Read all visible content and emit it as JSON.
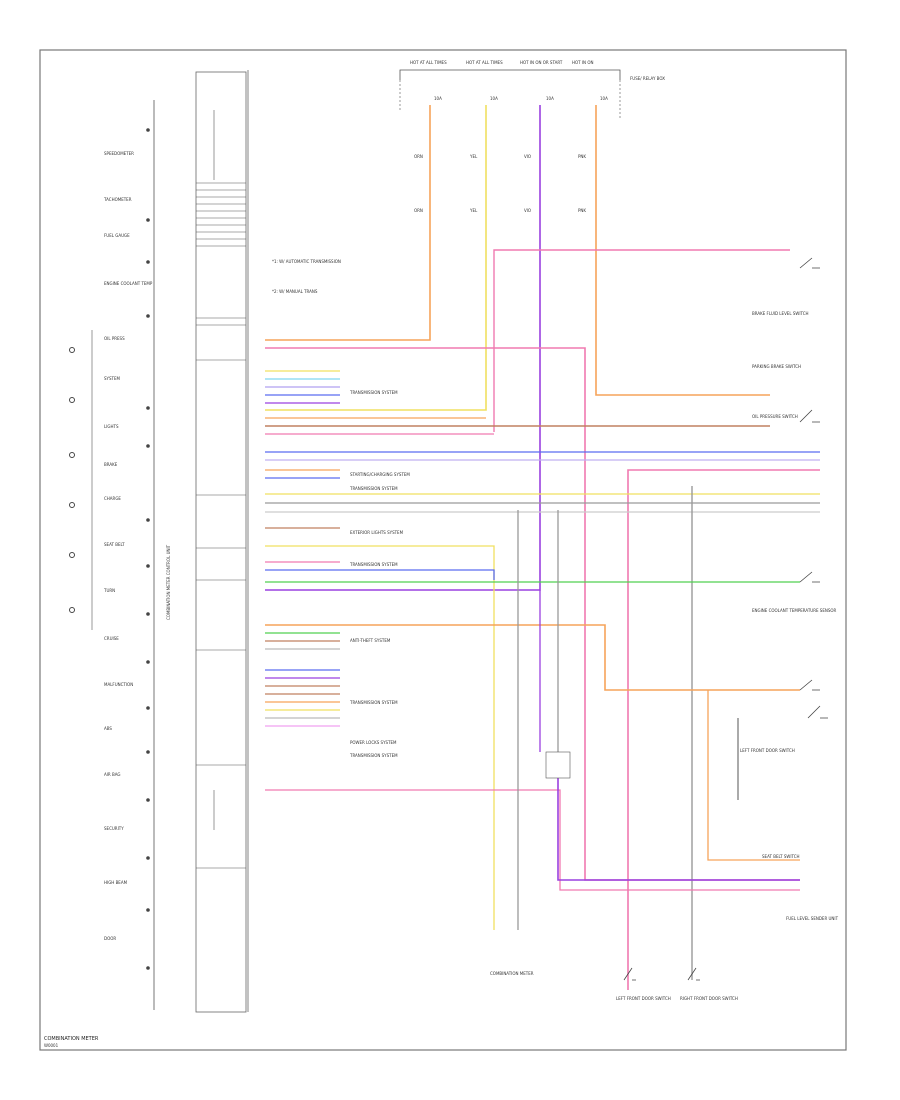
{
  "page": {
    "footer_title": "COMBINATION METER",
    "footer_code": "W0001"
  },
  "colors": {
    "orange": "#f6a35a",
    "yellow": "#f0e060",
    "purple": "#9a40e0",
    "pink": "#f07ab0",
    "blue": "#5a6cf0",
    "green": "#50d050",
    "gray": "#9a9a9a",
    "brown": "#c08060",
    "black": "#333333"
  },
  "vertical_label": "COMBINATION METER CONTROL UNIT",
  "fuses": [
    {
      "head": "HOT AT ALL TIMES",
      "rating": "10A",
      "wire": "ORN"
    },
    {
      "head": "HOT AT ALL TIMES",
      "rating": "10A",
      "wire": "YEL"
    },
    {
      "head": "HOT IN ON OR START",
      "rating": "10A",
      "wire": "VIO"
    },
    {
      "head": "HOT IN ON",
      "rating": "10A",
      "wire": "PNK"
    }
  ],
  "fuse_block_label": "FUSE/ RELAY BOX",
  "notes": [
    "*1: W/ AUTOMATIC TRANSMISSION",
    "*2: W/ MANUAL TRANS"
  ],
  "left_indicators": [
    "SPEEDOMETER",
    "TACHOMETER",
    "FUEL GAUGE",
    "ENGINE COOLANT TEMP",
    "OIL PRESS",
    "SYSTEM",
    "LIGHTS",
    "BRAKE",
    "CHARGE",
    "SEAT BELT",
    "TURN",
    "CRUISE",
    "MALFUNCTION",
    "ABS",
    "AIR BAG",
    "SECURITY",
    "HIGH BEAM",
    "DOOR"
  ],
  "connections": [
    {
      "label": "TRANSMISSION SYSTEM"
    },
    {
      "label": "STARTING/CHARGING SYSTEM"
    },
    {
      "label": "TRANSMISSION SYSTEM"
    },
    {
      "label": "EXTERIOR LIGHTS SYSTEM"
    },
    {
      "label": "TRANSMISSION SYSTEM"
    },
    {
      "label": "ANTI-THEFT SYSTEM"
    },
    {
      "label": "TRANSMISSION SYSTEM"
    },
    {
      "label": "POWER LOCKS SYSTEM"
    },
    {
      "label": "TRANSMISSION SYSTEM"
    }
  ],
  "right_components": [
    "BRAKE FLUID LEVEL SWITCH",
    "PARKING BRAKE SWITCH",
    "OIL PRESSURE SWITCH",
    "ENGINE COOLANT TEMPERATURE SENSOR",
    "LEFT FRONT DOOR SWITCH",
    "SEAT BELT SWITCH",
    "FUEL LEVEL SENDER UNIT"
  ],
  "bottom_components": [
    "COMBINATION METER",
    "LEFT FRONT DOOR SWITCH",
    "RIGHT FRONT DOOR SWITCH"
  ]
}
